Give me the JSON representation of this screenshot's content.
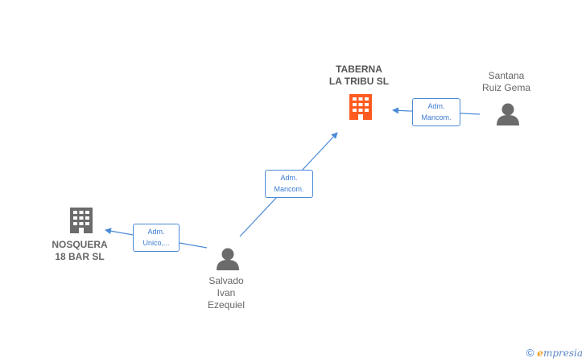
{
  "nodes": {
    "taberna": {
      "line1": "TABERNA",
      "line2": "LA TRIBU  SL",
      "color": "#ff5a1f"
    },
    "nosquera": {
      "line1": "NOSQUERA",
      "line2": "18 BAR  SL",
      "color": "#6b6b6b"
    },
    "santana": {
      "line1": "Santana",
      "line2": "Ruiz Gema"
    },
    "salvado": {
      "line1": "Salvado",
      "line2": "Ivan",
      "line3": "Ezequiel"
    }
  },
  "edges": {
    "santana_taberna": {
      "line1": "Adm.",
      "line2": "Mancom."
    },
    "salvado_taberna": {
      "line1": "Adm.",
      "line2": "Mancom."
    },
    "salvado_nosquera": {
      "line1": "Adm.",
      "line2": "Unico,..."
    }
  },
  "footer": {
    "copyright": "©",
    "brand_initial": "e",
    "brand_rest": "mpresia"
  },
  "colors": {
    "edge": "#4a8ad6",
    "person": "#6b6b6b"
  }
}
